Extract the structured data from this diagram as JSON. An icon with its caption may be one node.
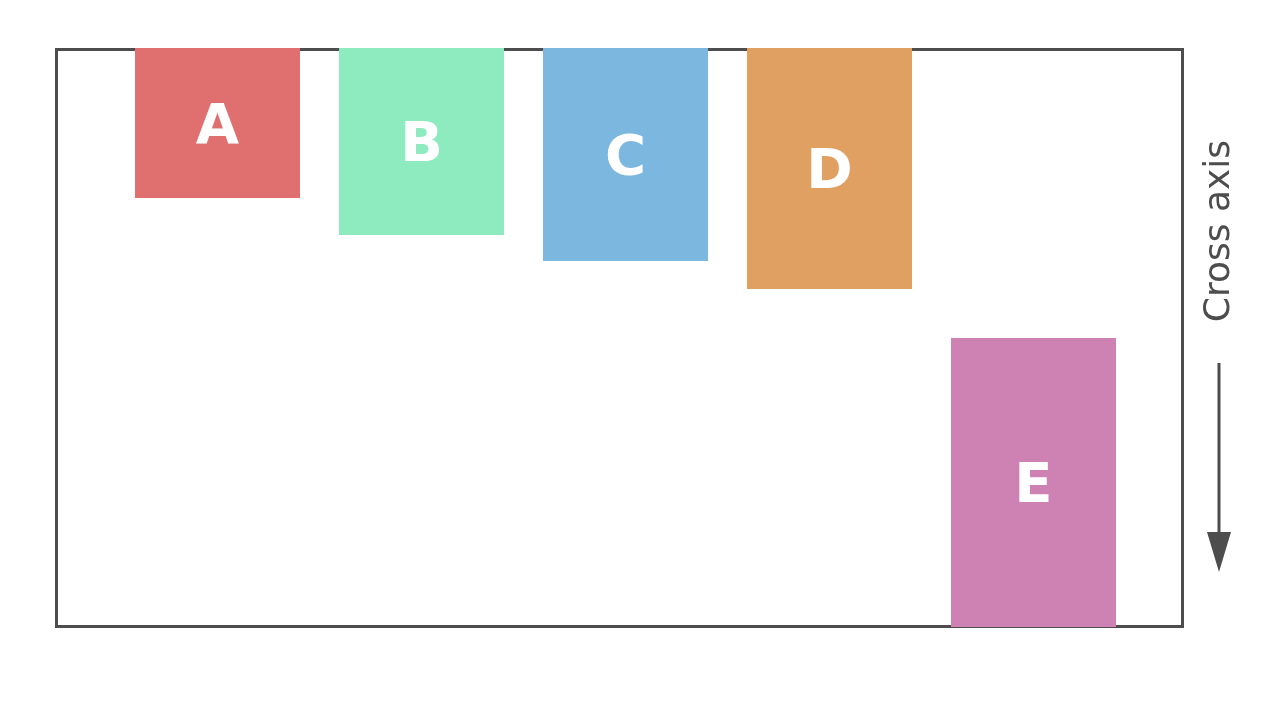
{
  "diagram": {
    "nodes": [
      {
        "text": [],
        "shape": "box"
      },
      {
        "text": [
          "A"
        ],
        "in": 0
      },
      {
        "text": [
          "B"
        ],
        "in": 0
      },
      {
        "text": [
          "C"
        ],
        "in": 0
      },
      {
        "text": [
          "D"
        ],
        "in": 0
      },
      {
        "text": [
          "E"
        ],
        "in": 0
      }
    ],
    "edges": [],
    "labels": [
      "Cross axis"
    ]
  }
}
